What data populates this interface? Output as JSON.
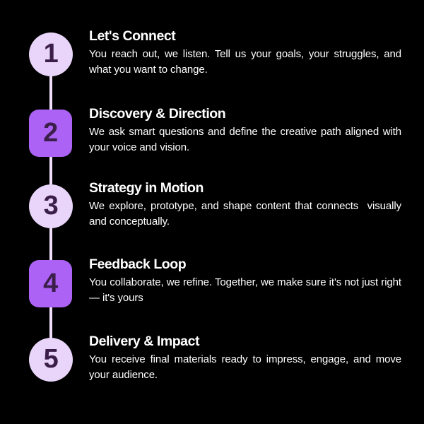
{
  "theme": {
    "background": "#000000",
    "rail_color": "#EFDFFB",
    "badge_circle_color": "#E9D5F9",
    "badge_square_color": "#AC63F5",
    "badge_number_color": "#3B1F4A",
    "title_color": "#FFFFFF",
    "body_color": "#FFFFFF"
  },
  "steps": [
    {
      "number": "1",
      "shape": "circle",
      "title": "Let's Connect",
      "description": "You reach out, we listen. Tell us your goals, your struggles, and what you want to change."
    },
    {
      "number": "2",
      "shape": "square",
      "title": "Discovery & Direction",
      "description": "We ask smart questions and define the creative path aligned with your voice and vision."
    },
    {
      "number": "3",
      "shape": "circle",
      "title": "Strategy in Motion",
      "description": "We explore, prototype, and shape content that connects  visually and conceptually."
    },
    {
      "number": "4",
      "shape": "square",
      "title": "Feedback Loop",
      "description": "You collaborate, we refine. Together, we make sure it's not just right — it's yours"
    },
    {
      "number": "5",
      "shape": "circle",
      "title": "Delivery & Impact",
      "description": "You receive final materials ready to impress, engage, and move your audience."
    }
  ]
}
